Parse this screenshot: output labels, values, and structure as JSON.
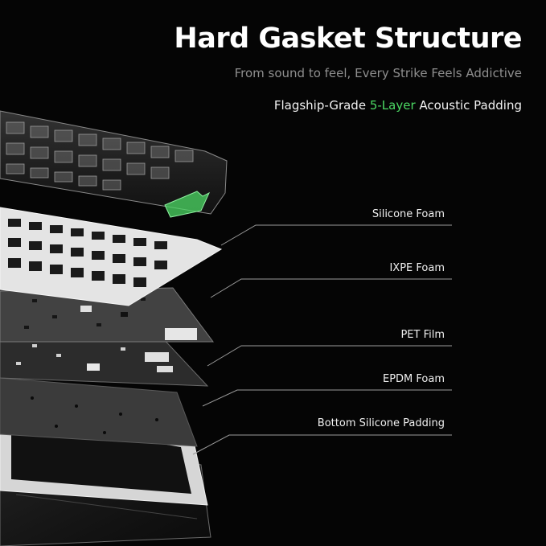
{
  "header": {
    "title": "Hard Gasket Structure",
    "subtitle": "From sound to feel, Every Strike Feels Addictive",
    "tagline_pre": "Flagship-Grade ",
    "tagline_highlight": "5-Layer",
    "tagline_post": " Acoustic Padding"
  },
  "layers": [
    {
      "label": "Silicone Foam"
    },
    {
      "label": "IXPE Foam"
    },
    {
      "label": "PET Film"
    },
    {
      "label": "EPDM Foam"
    },
    {
      "label": "Bottom Silicone Padding"
    }
  ],
  "colors": {
    "background": "#050505",
    "accent_green": "#4cd964",
    "subtitle_gray": "#8f8f8f"
  }
}
